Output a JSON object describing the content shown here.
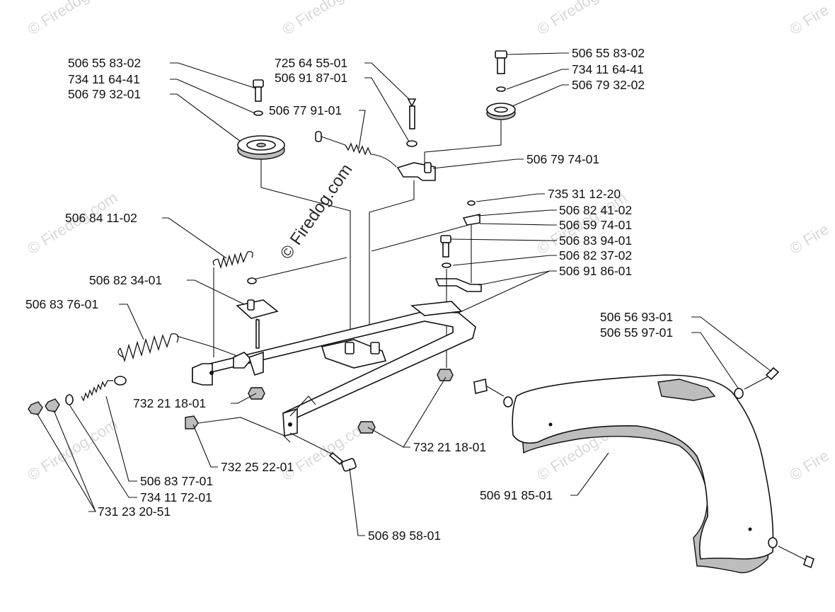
{
  "colors": {
    "ink": "#111111",
    "paper": "#ffffff",
    "watermark": "#b9b9b9",
    "part_shade": "#bdbdbd"
  },
  "watermark": {
    "text": "© Firedog.com",
    "center_text": "© Firedog.com",
    "corner_text": "© Fire"
  },
  "parts": {
    "p01": "506 55 83-02",
    "p02": "734 11 64-41",
    "p03": "506 79 32-01",
    "p04": "725 64 55-01",
    "p05": "506 91 87-01",
    "p06": "506 77 91-01",
    "p07": "506 55 83-02",
    "p08": "734 11 64-41",
    "p09": "506 79 32-02",
    "p10": "506 79 74-01",
    "p11": "735 31 12-20",
    "p12": "506 82 41-02",
    "p13": "506 59 74-01",
    "p14": "506 83 94-01",
    "p15": "506 82 37-02",
    "p16": "506 91 86-01",
    "p17": "506 84 11-02",
    "p18": "506 82 34-01",
    "p19": "506 83 76-01",
    "p20": "506 56 93-01",
    "p21": "506 55 97-01",
    "p22": "732 21 18-01",
    "p23": "732 21 18-01",
    "p24": "732 25 22-01",
    "p25": "506 83 77-01",
    "p26": "734 11 72-01",
    "p27": "731 23 20-51",
    "p28": "506 89 58-01",
    "p29": "506 91 85-01"
  }
}
